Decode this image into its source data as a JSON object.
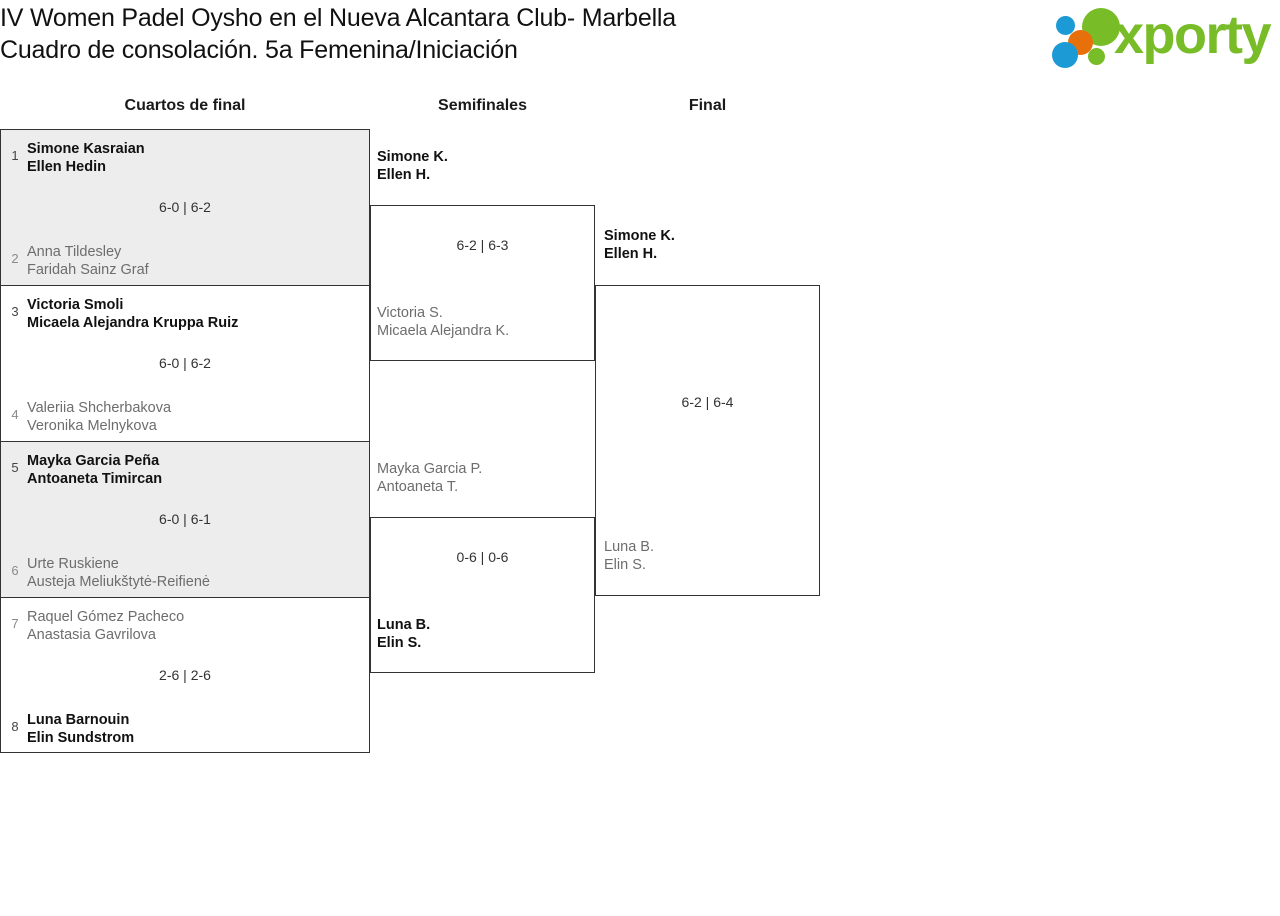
{
  "header": {
    "title_line1": "IV Women Padel Oysho en el Nueva Alcantara Club- Marbella",
    "title_line2": "Cuadro de consolación. 5a Femenina/Iniciación"
  },
  "logo": {
    "wordmark": "xporty",
    "colors": {
      "green": "#78bc27",
      "blue": "#1b9ad6",
      "orange": "#e8700a"
    }
  },
  "rounds": {
    "quarterfinals_label": "Cuartos de final",
    "semifinals_label": "Semifinales",
    "final_label": "Final"
  },
  "quarterfinals": [
    {
      "score": "6-0 | 6-2",
      "top": {
        "seed": "1",
        "player1": "Simone Kasraian",
        "player2": "Ellen Hedin",
        "winner": true
      },
      "bottom": {
        "seed": "2",
        "player1": "Anna Tildesley",
        "player2": "Faridah Sainz Graf",
        "winner": false
      }
    },
    {
      "score": "6-0 | 6-2",
      "top": {
        "seed": "3",
        "player1": "Victoria Smoli",
        "player2": "Micaela Alejandra Kruppa Ruiz",
        "winner": true
      },
      "bottom": {
        "seed": "4",
        "player1": "Valeriia Shcherbakova",
        "player2": "Veronika Melnykova",
        "winner": false
      }
    },
    {
      "score": "6-0 | 6-1",
      "top": {
        "seed": "5",
        "player1": "Mayka Garcia Peña",
        "player2": "Antoaneta Timircan",
        "winner": true
      },
      "bottom": {
        "seed": "6",
        "player1": "Urte Ruskiene",
        "player2": "Austeja Meliukštytė-Reifienė",
        "winner": false
      }
    },
    {
      "score": "2-6 | 2-6",
      "top": {
        "seed": "7",
        "player1": "Raquel Gómez Pacheco",
        "player2": "Anastasia Gavrilova",
        "winner": false
      },
      "bottom": {
        "seed": "8",
        "player1": "Luna Barnouin",
        "player2": "Elin Sundstrom",
        "winner": true
      }
    }
  ],
  "semifinals": [
    {
      "score": "6-2 | 6-3",
      "top": {
        "player1": "Simone K.",
        "player2": "Ellen H.",
        "winner": true
      },
      "bottom": {
        "player1": "Victoria S.",
        "player2": "Micaela Alejandra K.",
        "winner": false
      }
    },
    {
      "score": "0-6 | 0-6",
      "top": {
        "player1": "Mayka Garcia P.",
        "player2": "Antoaneta T.",
        "winner": false
      },
      "bottom": {
        "player1": "Luna B.",
        "player2": "Elin S.",
        "winner": true
      }
    }
  ],
  "final": {
    "score": "6-2 | 6-4",
    "top": {
      "player1": "Simone K.",
      "player2": "Ellen H.",
      "winner": true
    },
    "bottom": {
      "player1": "Luna B.",
      "player2": "Elin S.",
      "winner": false
    }
  }
}
